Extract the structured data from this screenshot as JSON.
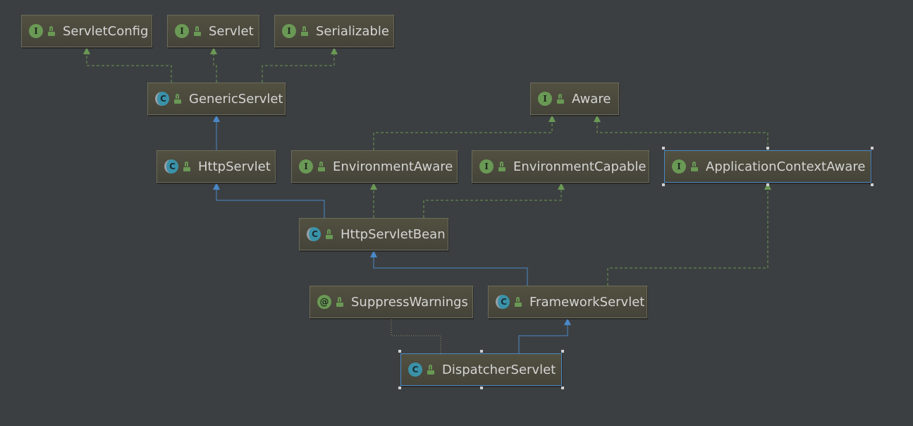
{
  "diagram": {
    "colors": {
      "background": "#3c3f41",
      "implements_edge": "#6a9955",
      "extends_edge": "#4a88c7",
      "dependency_edge": "#8a8a6a",
      "selection": "#4a88c7"
    },
    "nodes": [
      {
        "id": "servletconfig",
        "name": "ServletConfig",
        "kind": "interface",
        "kind_glyph": "I"
      },
      {
        "id": "servlet",
        "name": "Servlet",
        "kind": "interface",
        "kind_glyph": "I"
      },
      {
        "id": "serializable",
        "name": "Serializable",
        "kind": "interface",
        "kind_glyph": "I"
      },
      {
        "id": "genericservlet",
        "name": "GenericServlet",
        "kind": "abstract-class",
        "kind_glyph": "C"
      },
      {
        "id": "aware",
        "name": "Aware",
        "kind": "interface",
        "kind_glyph": "I"
      },
      {
        "id": "httpservlet",
        "name": "HttpServlet",
        "kind": "abstract-class",
        "kind_glyph": "C"
      },
      {
        "id": "environmentaware",
        "name": "EnvironmentAware",
        "kind": "interface",
        "kind_glyph": "I"
      },
      {
        "id": "environmentcapable",
        "name": "EnvironmentCapable",
        "kind": "interface",
        "kind_glyph": "I"
      },
      {
        "id": "applicationcontextaware",
        "name": "ApplicationContextAware",
        "kind": "interface",
        "kind_glyph": "I",
        "selected": true
      },
      {
        "id": "httpservletbean",
        "name": "HttpServletBean",
        "kind": "abstract-class",
        "kind_glyph": "C"
      },
      {
        "id": "suppresswarnings",
        "name": "SuppressWarnings",
        "kind": "annotation",
        "kind_glyph": "@"
      },
      {
        "id": "frameworkservlet",
        "name": "FrameworkServlet",
        "kind": "abstract-class",
        "kind_glyph": "C"
      },
      {
        "id": "dispatcherservlet",
        "name": "DispatcherServlet",
        "kind": "class",
        "kind_glyph": "C",
        "selected": true
      }
    ],
    "edges": [
      {
        "from": "genericservlet",
        "to": "servletconfig",
        "type": "implements"
      },
      {
        "from": "genericservlet",
        "to": "servlet",
        "type": "implements"
      },
      {
        "from": "genericservlet",
        "to": "serializable",
        "type": "implements"
      },
      {
        "from": "httpservlet",
        "to": "genericservlet",
        "type": "extends"
      },
      {
        "from": "environmentaware",
        "to": "aware",
        "type": "implements"
      },
      {
        "from": "applicationcontextaware",
        "to": "aware",
        "type": "implements"
      },
      {
        "from": "httpservletbean",
        "to": "httpservlet",
        "type": "extends"
      },
      {
        "from": "httpservletbean",
        "to": "environmentaware",
        "type": "implements"
      },
      {
        "from": "httpservletbean",
        "to": "environmentcapable",
        "type": "implements"
      },
      {
        "from": "frameworkservlet",
        "to": "httpservletbean",
        "type": "extends"
      },
      {
        "from": "frameworkservlet",
        "to": "applicationcontextaware",
        "type": "implements"
      },
      {
        "from": "dispatcherservlet",
        "to": "frameworkservlet",
        "type": "extends"
      },
      {
        "from": "dispatcherservlet",
        "to": "suppresswarnings",
        "type": "annotated"
      }
    ]
  }
}
